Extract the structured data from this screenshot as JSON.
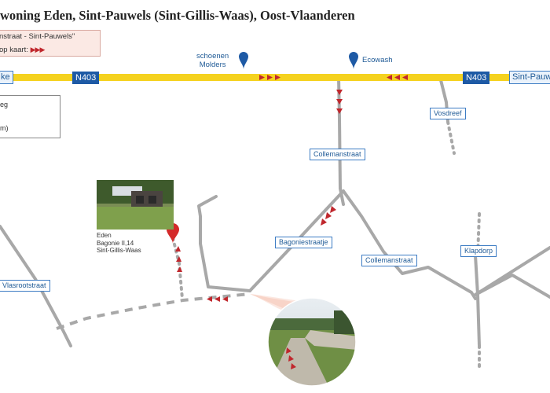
{
  "title": "woning Eden, Sint-Pauwels (Sint-Gillis-Waas), Oost-Vlaanderen",
  "infobox": {
    "line1": "nstraat - Sint-Pauwels\"",
    "line2": "op kaart:",
    "arrow_symbol": "▶▶▶"
  },
  "legend": {
    "item1": "eg",
    "item2": "",
    "item3": "m)"
  },
  "highway": {
    "left_label": "ke",
    "right_label": "Sint-Pauwe",
    "route_number_left": "N403",
    "route_number_right": "N403"
  },
  "pois": {
    "shoe_store": "schoenen\nMolders",
    "ecowash": "Ecowash"
  },
  "streets": {
    "vosdreef": "Vosdreef",
    "collemanstraat_north": "Collemanstraat",
    "bagoniestraatje": "Bagoniestraatje",
    "collemanstraat_east": "Collemanstraat",
    "klapdorp": "Klapdorp",
    "vlasrootstraat": "Vlasrootstraat"
  },
  "destination": {
    "name": "Eden",
    "address": "Bagonie II,14",
    "town": "Sint-Gillis-Waas"
  },
  "colors": {
    "highway": "#f5d21f",
    "road": "#a8a8a8",
    "marker_blue": "#1e5aa5",
    "marker_red": "#d42a2a",
    "arrow": "#c0272d"
  },
  "icons": {
    "poi_marker": "map-pin-icon",
    "destination_marker": "map-pin-icon",
    "route_arrow": "triangle-right-icon"
  }
}
